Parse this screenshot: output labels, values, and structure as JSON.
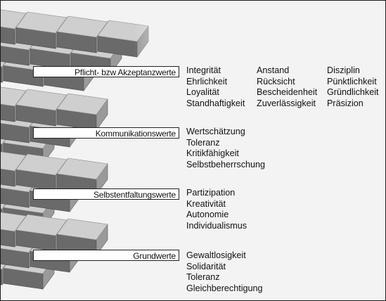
{
  "groups": [
    {
      "label": "Pflicht- bzw Akzeptanzwerte",
      "columns": [
        [
          "Integrität",
          "Ehrlichkeit",
          "Loyalität",
          "Standhaftigkeit"
        ],
        [
          "Anstand",
          "Rücksicht",
          "Bescheidenheit",
          "Zuverlässigkeit"
        ],
        [
          "Disziplin",
          "Pünktlichkeit",
          "Gründlichkeit",
          "Präsizion"
        ]
      ]
    },
    {
      "label": "Kommunikationswerte",
      "columns": [
        [
          "Wertschätzung",
          "Toleranz",
          "Kritikfähigkeit",
          "Selbstbeherrschung"
        ]
      ]
    },
    {
      "label": "Selbstentfaltungswerte",
      "columns": [
        [
          "Partizipation",
          "Kreativität",
          "Autonomie",
          "Individualismus"
        ]
      ]
    },
    {
      "label": "Grundwerte",
      "columns": [
        [
          "Gewaltlosigkeit",
          "Solidarität",
          "Toleranz",
          "Gleichberechtigung"
        ]
      ]
    }
  ],
  "colors": {
    "block_top": "#cfcfcf",
    "block_front": "#6a6a6a",
    "block_side": "#9a9a9a",
    "background": "#f4f3f3"
  }
}
